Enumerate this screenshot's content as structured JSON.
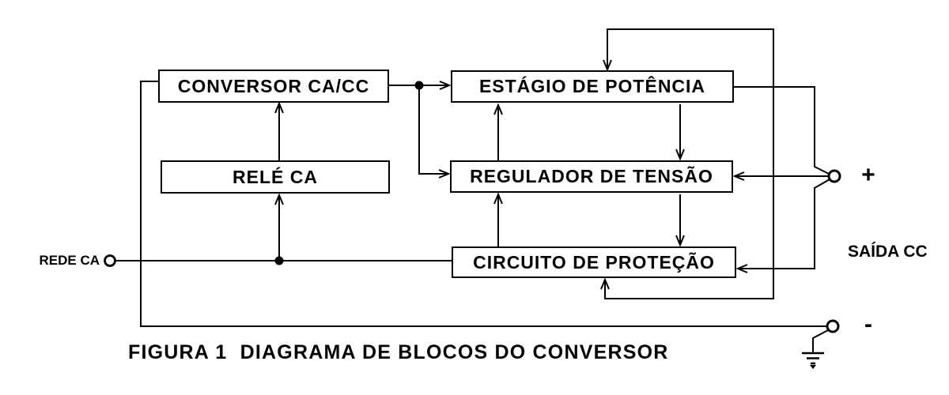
{
  "diagram": {
    "blocks": [
      {
        "id": "conversor-ca-cc",
        "label": "CONVERSOR CA/CC"
      },
      {
        "id": "rele-ca",
        "label": "RELÉ CA"
      },
      {
        "id": "estagio-de-potencia",
        "label": "ESTÁGIO DE POTÊNCIA"
      },
      {
        "id": "regulador-de-tensao",
        "label": "REGULADOR DE TENSÃO"
      },
      {
        "id": "circuito-de-protecao",
        "label": "CIRCUITO DE PROTEÇÃO"
      }
    ],
    "labels": {
      "input": "REDE CA",
      "output": "SAÍDA CC",
      "plus": "+",
      "minus": "-"
    },
    "caption": "FIGURA 1  DIAGRAMA DE BLOCOS DO CONVERSOR",
    "colors": {
      "line": "#000000",
      "background": "#ffffff"
    }
  }
}
